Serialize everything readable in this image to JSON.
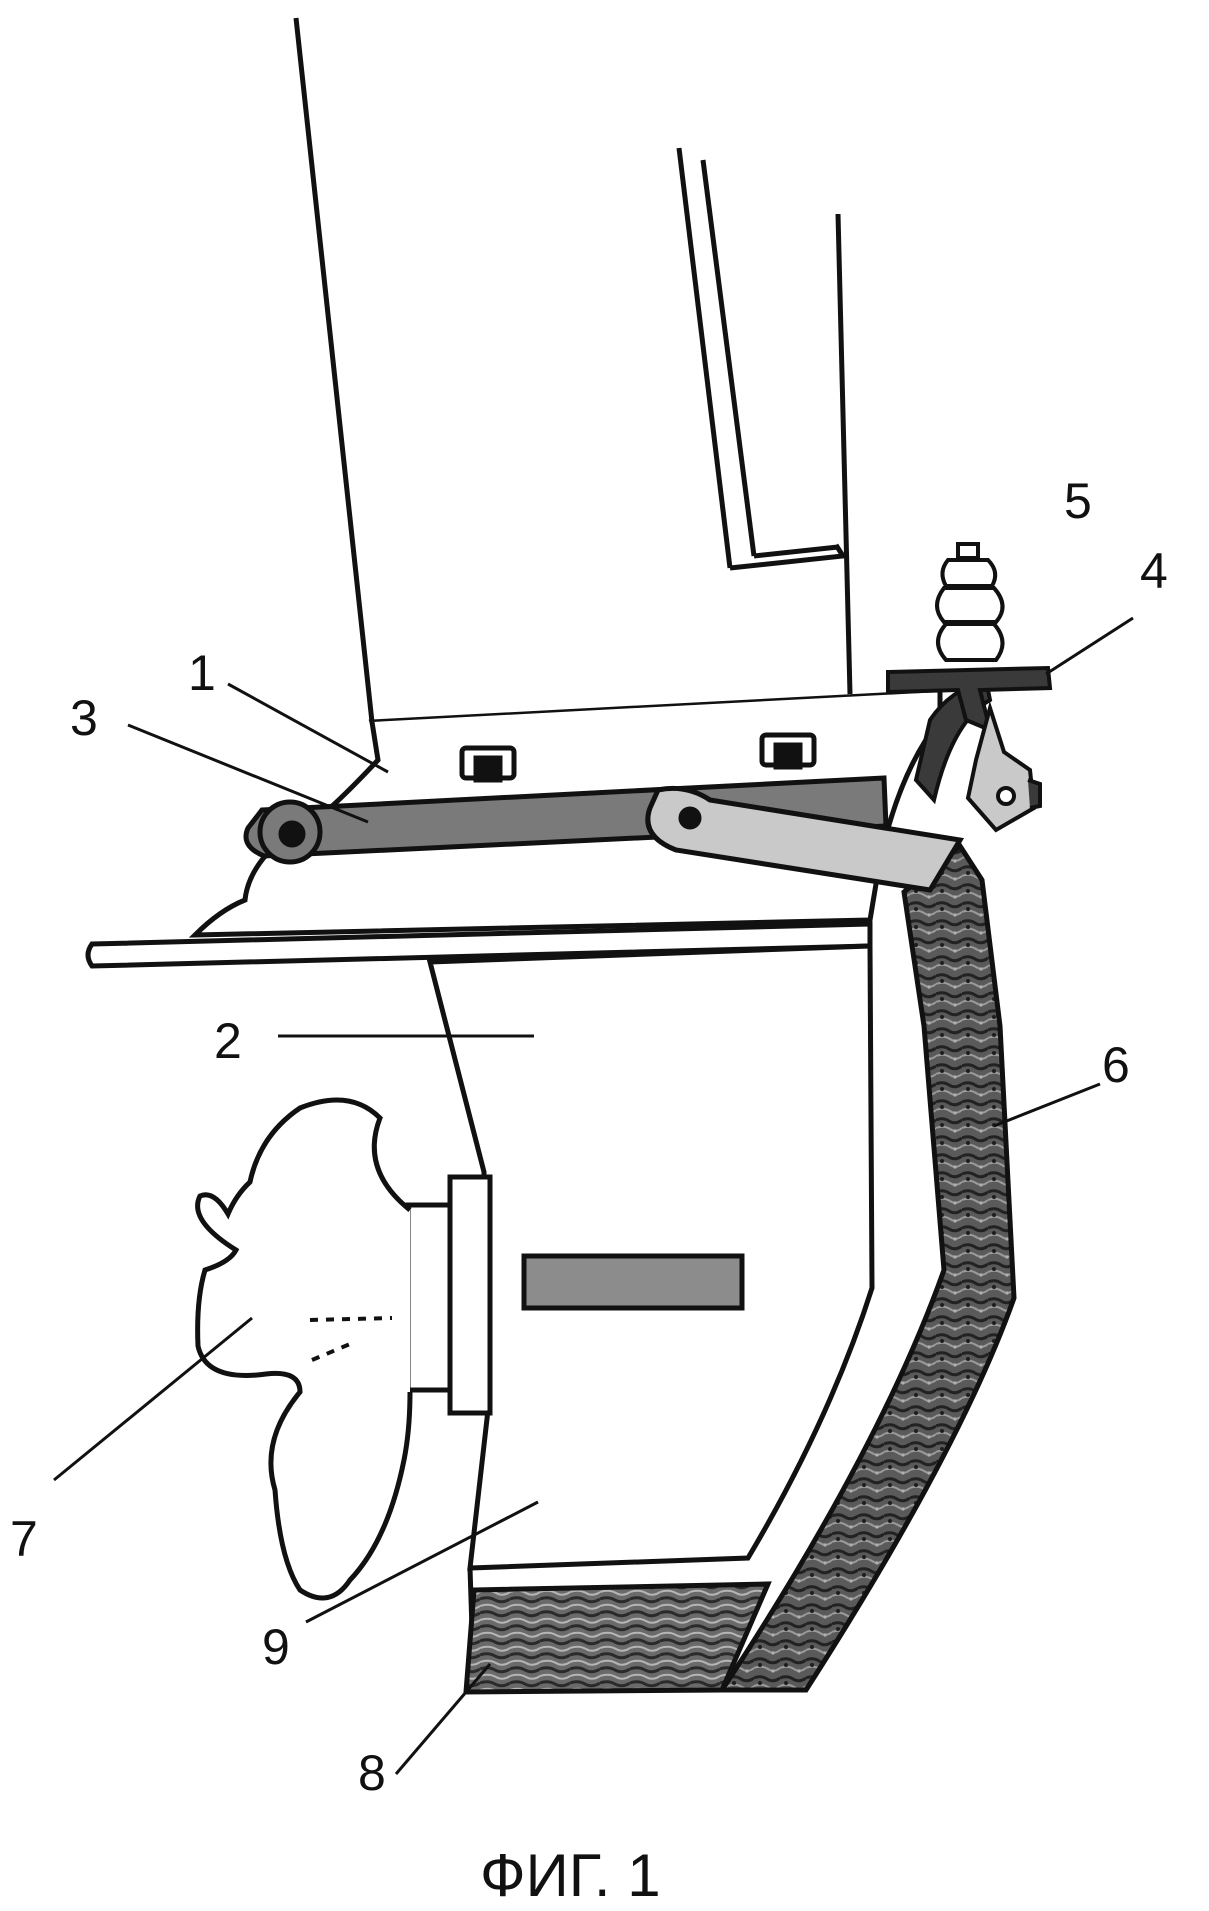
{
  "figure": {
    "caption": "ФИГ. 1",
    "callouts": [
      {
        "id": "1",
        "label": "1"
      },
      {
        "id": "2",
        "label": "2"
      },
      {
        "id": "3",
        "label": "3"
      },
      {
        "id": "4",
        "label": "4"
      },
      {
        "id": "5",
        "label": "5"
      },
      {
        "id": "6",
        "label": "6"
      },
      {
        "id": "7",
        "label": "7"
      },
      {
        "id": "8",
        "label": "8"
      },
      {
        "id": "9",
        "label": "9"
      }
    ]
  },
  "colors": {
    "ink": "#111111",
    "bar_dark": "#7a7a7a",
    "bar_light": "#c9c9c9",
    "bracket": "#3a3a3a",
    "wood": "#4a4a4a",
    "plate": "#8c8c8c"
  }
}
